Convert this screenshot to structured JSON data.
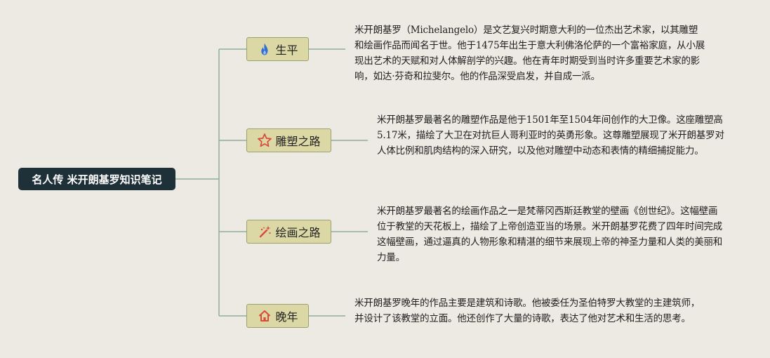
{
  "root": {
    "label": "名人传 米开朗基罗知识笔记"
  },
  "branches": [
    {
      "label": "生平",
      "icon": "fire-icon",
      "note": "米开朗基罗（Michelangelo）是文艺复兴时期意大利的一位杰出艺术家，以其雕塑和绘画作品而闻名于世。他于1475年出生于意大利佛洛伦萨的一个富裕家庭，从小展现出艺术的天赋和对人体解剖学的兴趣。他在青年时期受到当时许多重要艺术家的影响，如达·芬奇和拉斐尔。他的作品深受启发，并自成一派。"
    },
    {
      "label": "雕塑之路",
      "icon": "star-icon",
      "note": "米开朗基罗最著名的雕塑作品是他于1501年至1504年间创作的大卫像。这座雕塑高5.17米，描绘了大卫在对抗巨人哥利亚时的英勇形象。这尊雕塑展现了米开朗基罗对人体比例和肌肉结构的深入研究，以及他对雕塑中动态和表情的精细捕捉能力。"
    },
    {
      "label": "绘画之路",
      "icon": "magic-wand-icon",
      "note": "米开朗基罗最著名的绘画作品之一是梵蒂冈西斯廷教堂的壁画《创世纪》。这幅壁画位于教堂的天花板上，描绘了上帝创造亚当的场景。米开朗基罗花费了四年时间完成这幅壁画，通过逼真的人物形象和精湛的细节来展现上帝的神圣力量和人类的美丽和力量。"
    },
    {
      "label": "晚年",
      "icon": "home-icon",
      "note": "米开朗基罗晚年的作品主要是建筑和诗歌。他被委任为圣伯特罗大教堂的主建筑师，并设计了该教堂的立面。他还创作了大量的诗歌，表达了他对艺术和生活的思考。"
    }
  ],
  "colors": {
    "background": "#edeae3",
    "root_fill": "#1f3138",
    "node_fill": "#dcd8a6",
    "node_border": "#9aa06e",
    "connector": "#8fae9a",
    "fire": "#2f6fd6",
    "accent_red": "#d94a3a"
  }
}
